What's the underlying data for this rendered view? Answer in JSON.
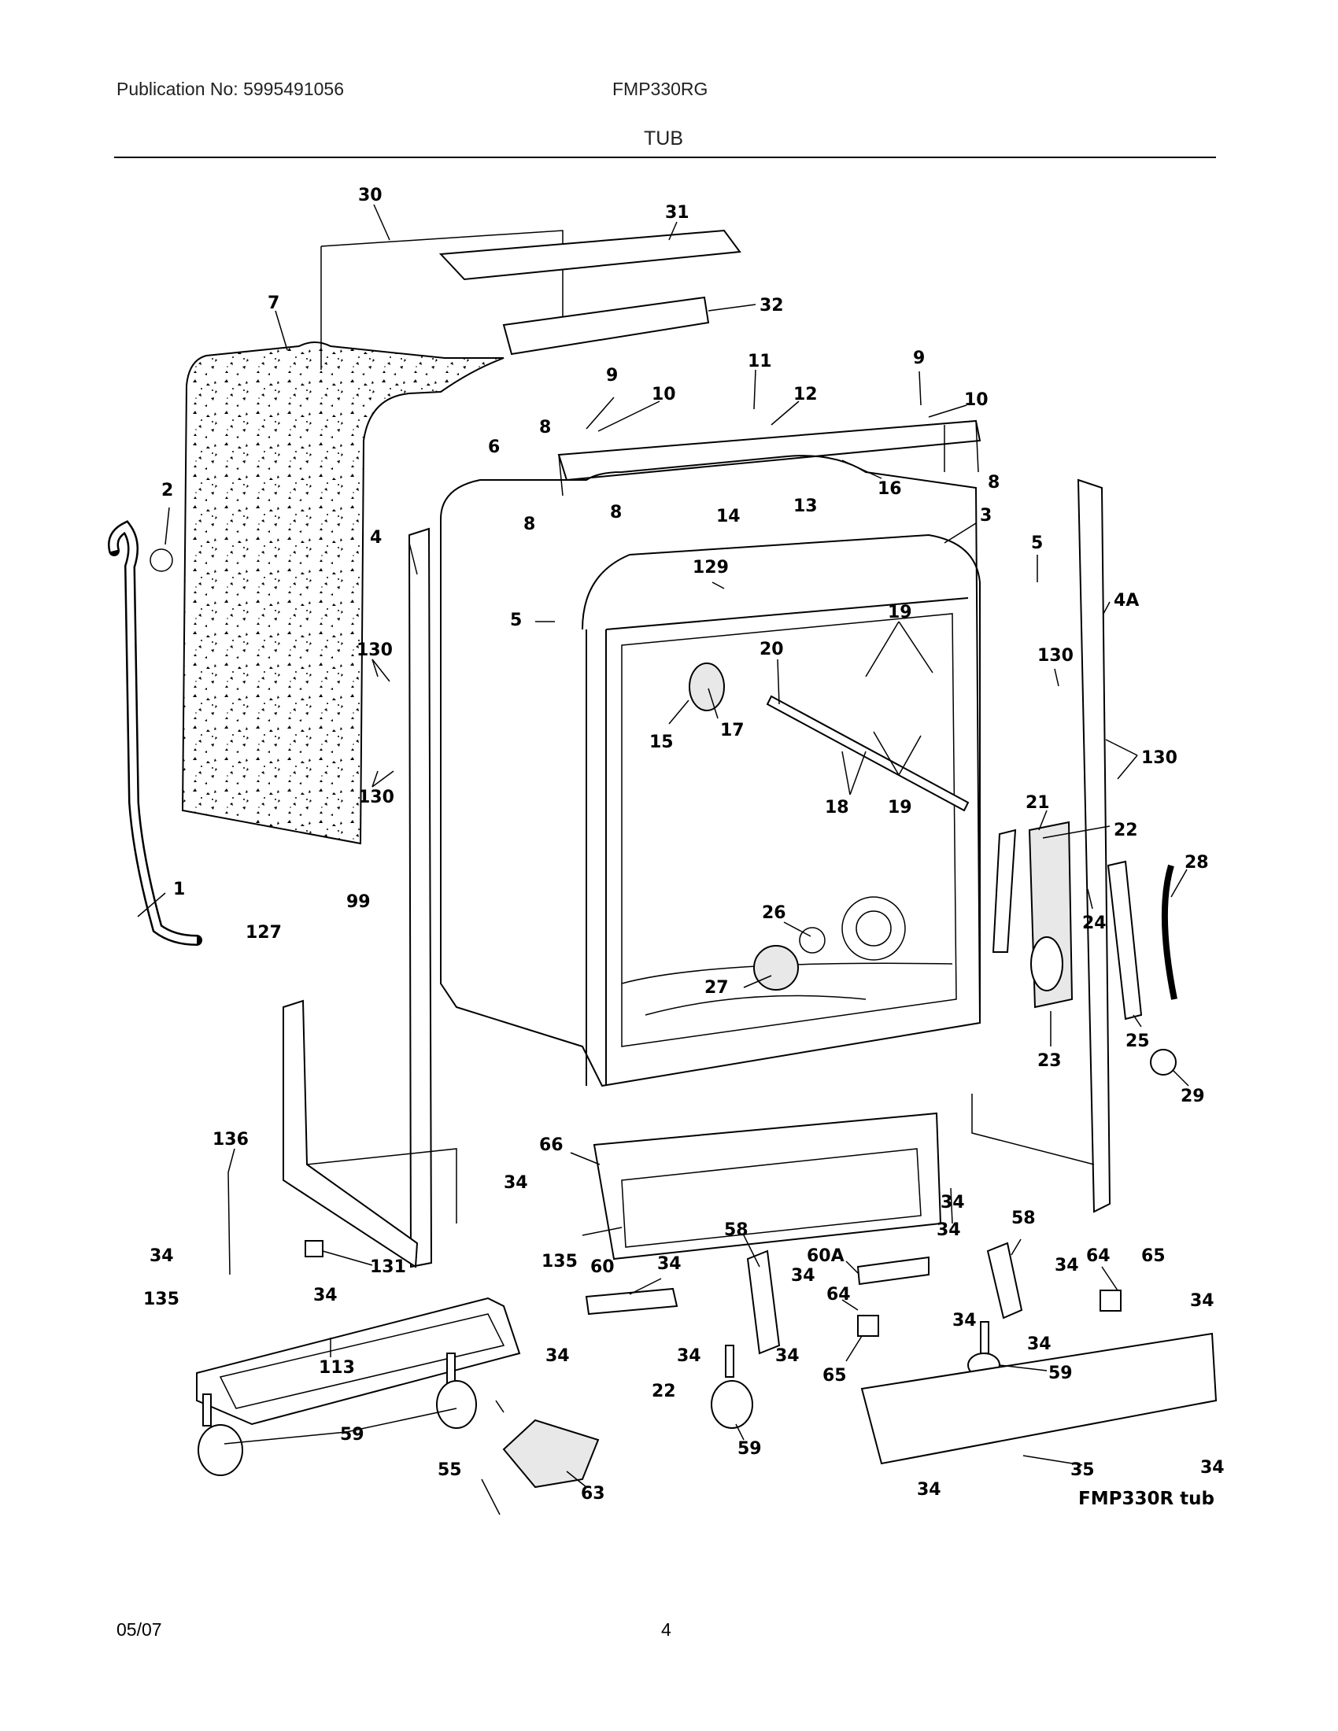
{
  "header": {
    "publication": "Publication No: 5995491056",
    "model": "FMP330RG",
    "section": "TUB"
  },
  "footer": {
    "date": "05/07",
    "page": "4"
  },
  "diagram": {
    "caption": "FMP330R tub",
    "callouts": {
      "c30": "30",
      "c31": "31",
      "c32": "32",
      "c7": "7",
      "c11": "11",
      "c12": "12",
      "c9a": "9",
      "c10a": "10",
      "c9b": "9",
      "c10b": "10",
      "c8a": "8",
      "c6": "6",
      "c8b": "8",
      "c8c": "8",
      "c8d": "8",
      "c14": "14",
      "c13": "13",
      "c16": "16",
      "c3": "3",
      "c2": "2",
      "c4": "4",
      "c129": "129",
      "c5a": "5",
      "c5b": "5",
      "c4A": "4A",
      "c19a": "19",
      "c20": "20",
      "c130a": "130",
      "c130b": "130",
      "c130c": "130",
      "c130d": "130",
      "c15": "15",
      "c17": "17",
      "c18": "18",
      "c19b": "19",
      "c21": "21",
      "c22a": "22",
      "c1": "1",
      "c99": "99",
      "c127": "127",
      "c28": "28",
      "c26": "26",
      "c24": "24",
      "c27": "27",
      "c25": "25",
      "c23": "23",
      "c29": "29",
      "c136": "136",
      "c66": "66",
      "c34a": "34",
      "c34b": "34",
      "c34c": "34",
      "c34d": "34",
      "c34e": "34",
      "c34f": "34",
      "c34g": "34",
      "c34h": "34",
      "c34i": "34",
      "c34j": "34",
      "c34k": "34",
      "c34l": "34",
      "c34m": "34",
      "c34n": "34",
      "c34o": "34",
      "c34p": "34",
      "c58a": "58",
      "c58b": "58",
      "c60A": "60A",
      "c64a": "64",
      "c65a": "65",
      "c135a": "135",
      "c135b": "135",
      "c131": "131",
      "c60": "60",
      "c64b": "64",
      "c65b": "65",
      "c113": "113",
      "c59a": "59",
      "c59b": "59",
      "c59c": "59",
      "c22b": "22",
      "c55": "55",
      "c63": "63",
      "c35": "35"
    }
  }
}
